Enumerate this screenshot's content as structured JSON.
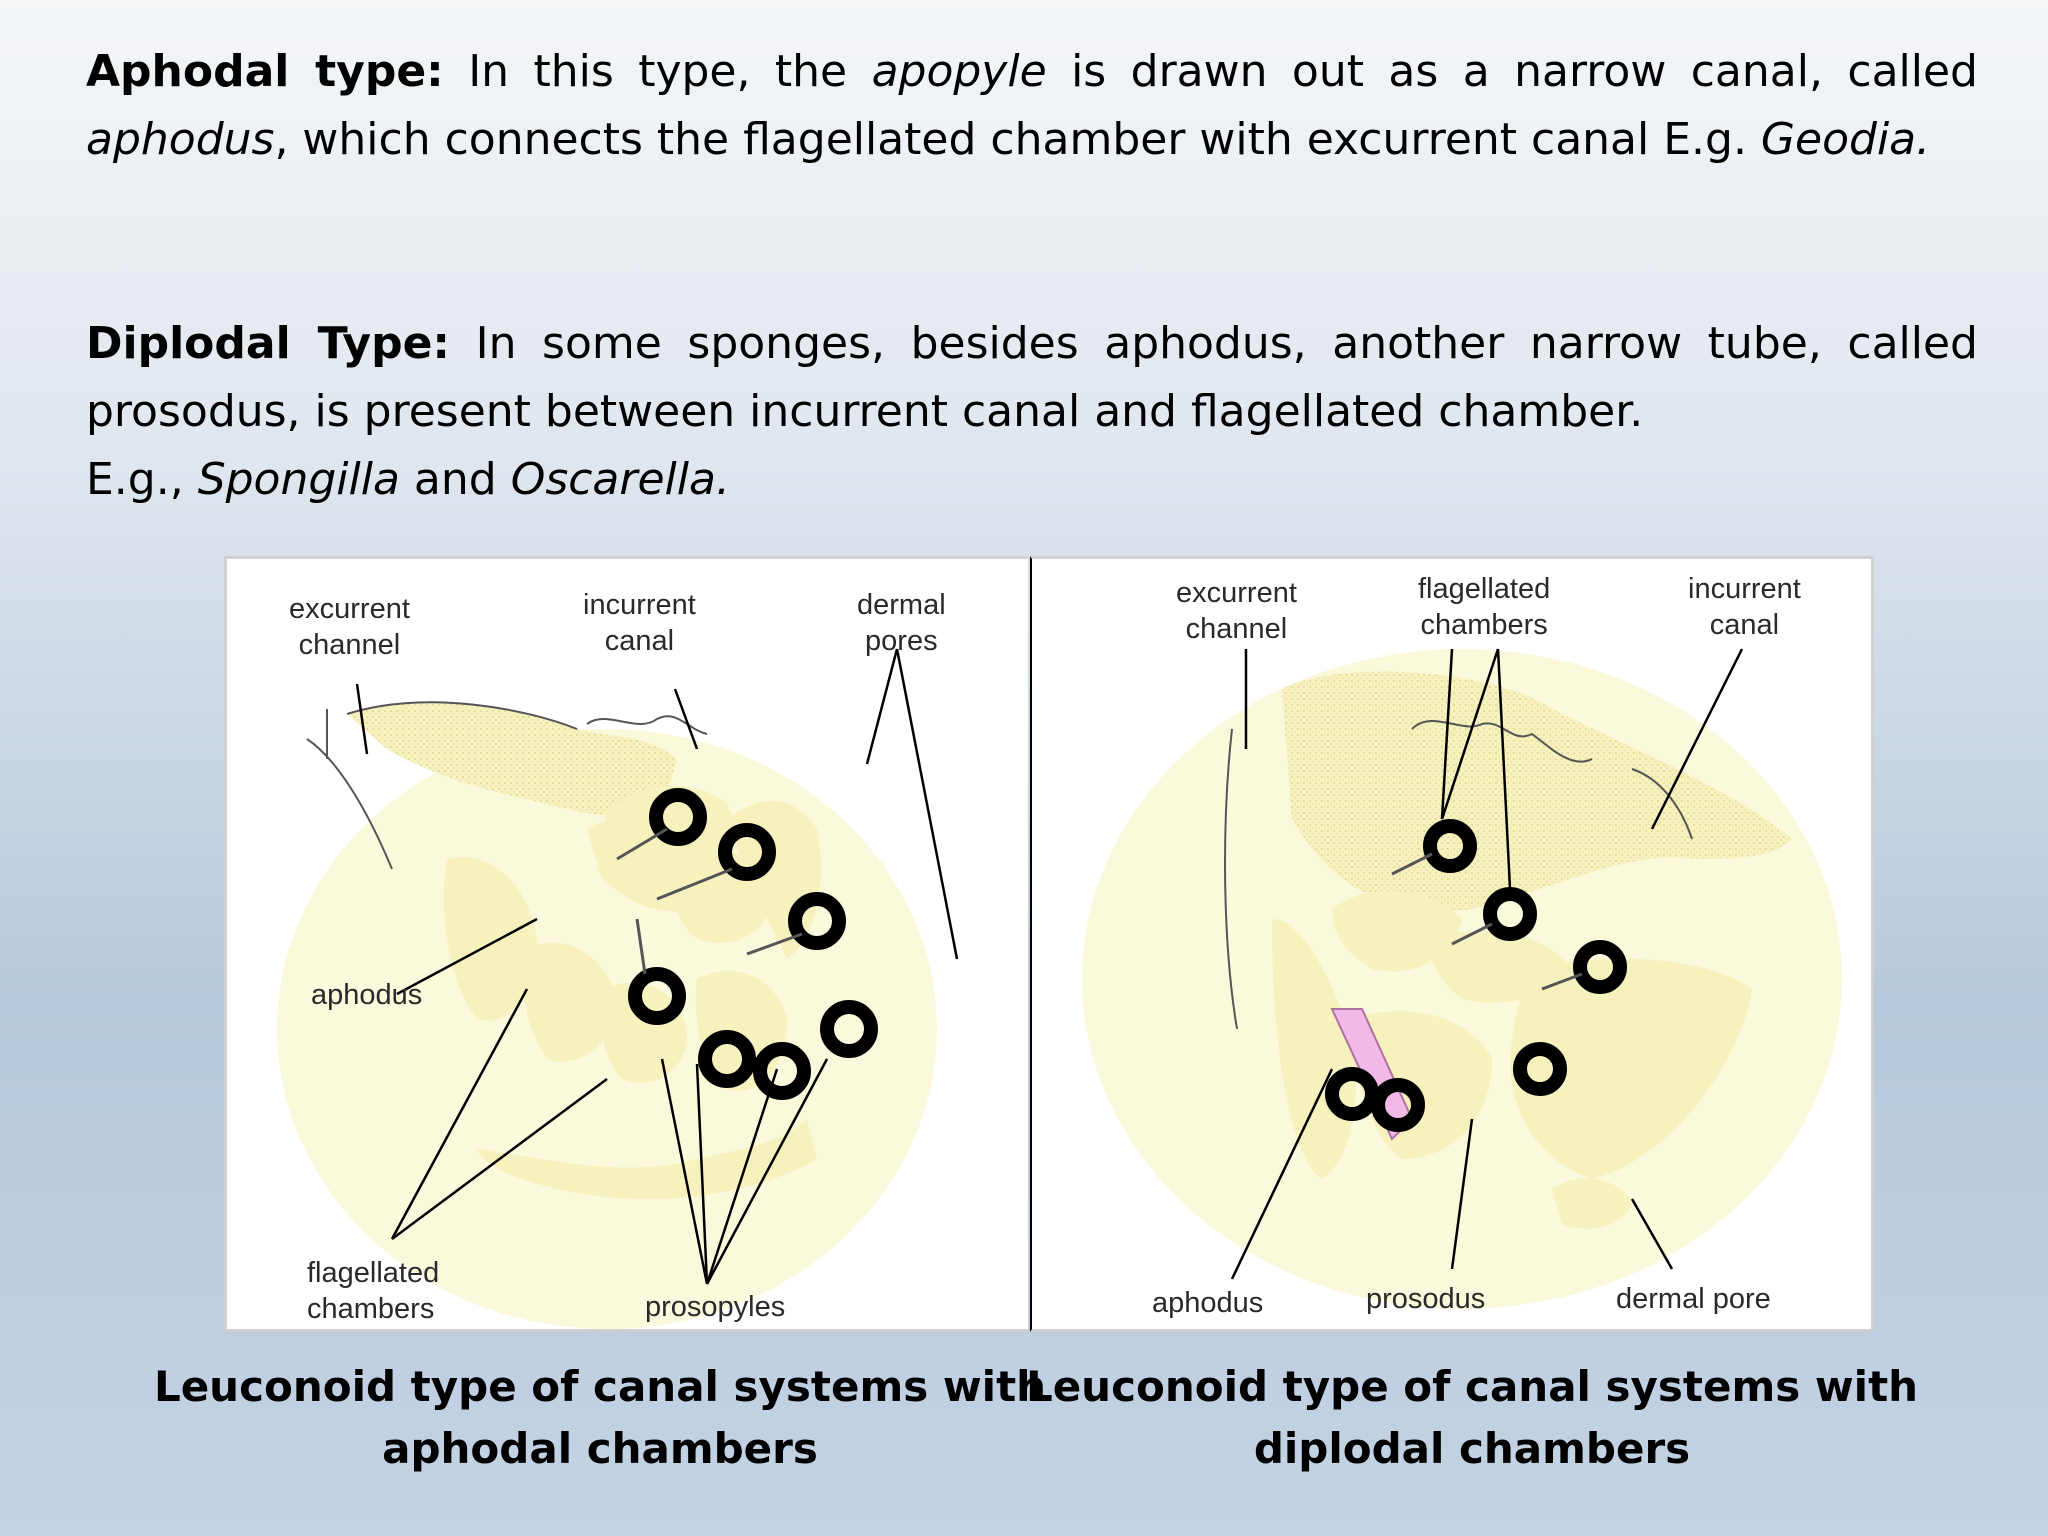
{
  "aphodal": {
    "heading": "Aphodal type:",
    "t1": " In this type, the ",
    "term": "apopyle",
    "t2": " is drawn out as a narrow canal, called ",
    "term2": "aphodus",
    "t3": ", which connects the flagellated chamber with excurrent canal E.g. ",
    "example": "Geodia."
  },
  "diplodal": {
    "heading": "Diplodal Type:",
    "t1": " In some sponges, besides aphodus, another narrow tube, called prosodus, is present between incurrent canal and flagellated chamber.",
    "eg_prefix": "E.g., ",
    "example1": "Spongilla",
    "and": " and ",
    "example2": "Oscarella."
  },
  "figure_left": {
    "labels": {
      "excurrent_channel": "excurrent\nchannel",
      "incurrent_canal": "incurrent\ncanal",
      "dermal_pores": "dermal\npores",
      "aphodus": "aphodus",
      "flagellated_chambers": "flagellated\nchambers",
      "prosopyles": "prosopyles"
    },
    "caption": "Leuconoid type of canal systems with aphodal chambers"
  },
  "figure_right": {
    "labels": {
      "excurrent_channel": "excurrent\nchannel",
      "flagellated_chambers": "flagellated\nchambers",
      "incurrent_canal": "incurrent\ncanal",
      "aphodus": "aphodus",
      "prosodus": "prosodus",
      "dermal_pore": "dermal pore"
    },
    "caption": "Leuconoid type of canal systems with diplodal chambers"
  },
  "colors": {
    "tissue": "#f6f1bd",
    "halo": "#fbf9dc",
    "prosodus_fill": "#f2b8e8",
    "chamber_ring": "#000000"
  }
}
